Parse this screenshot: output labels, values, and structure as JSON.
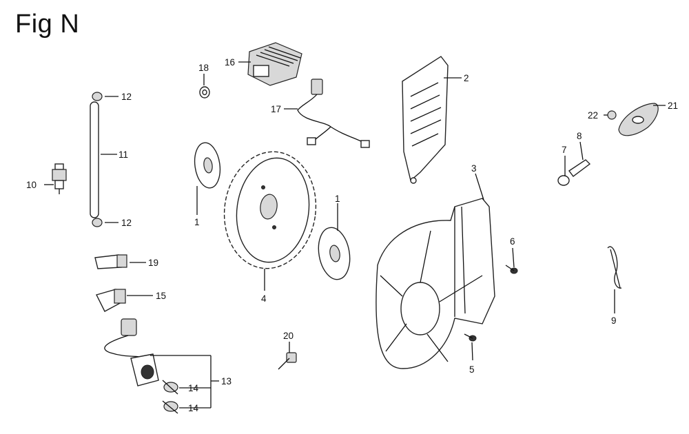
{
  "figure": {
    "title": "Fig N"
  },
  "callouts": {
    "c1a": "1",
    "c1b": "1",
    "c2": "2",
    "c3": "3",
    "c4": "4",
    "c5": "5",
    "c6": "6",
    "c7": "7",
    "c8": "8",
    "c9": "9",
    "c10": "10",
    "c11": "11",
    "c12a": "12",
    "c12b": "12",
    "c13": "13",
    "c14a": "14",
    "c14b": "14",
    "c15": "15",
    "c16": "16",
    "c17": "17",
    "c18": "18",
    "c19": "19",
    "c20": "20",
    "c21": "21",
    "c22": "22"
  }
}
